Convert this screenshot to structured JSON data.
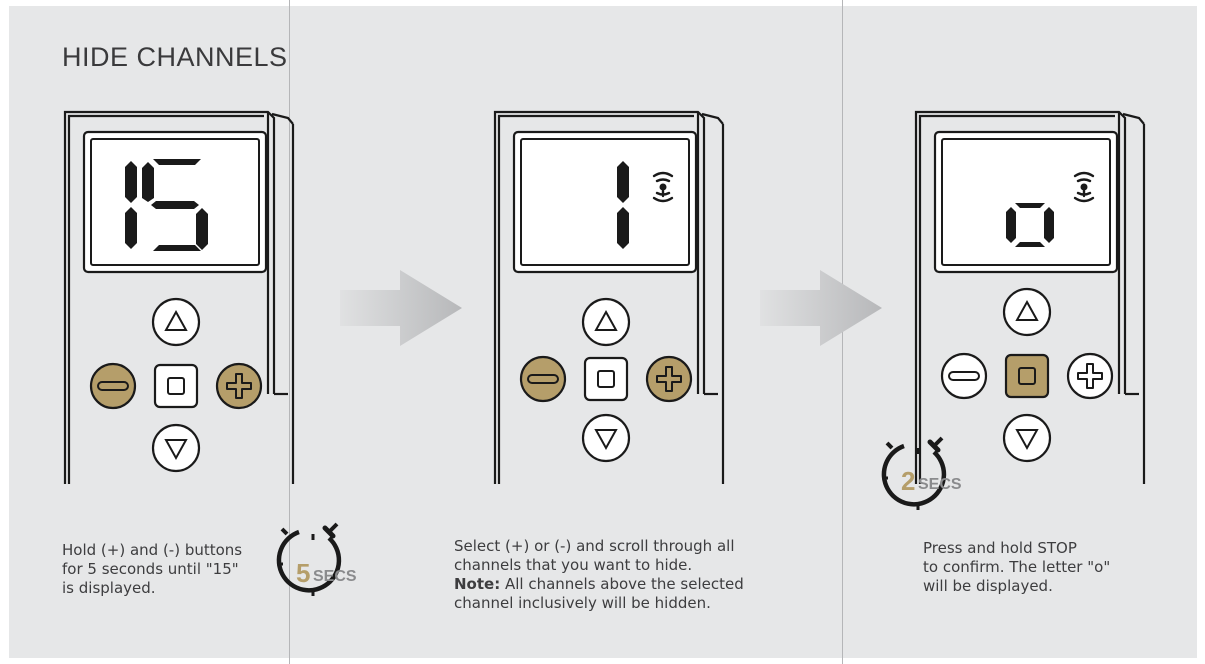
{
  "title": "HIDE CHANNELS",
  "colors": {
    "background": "#e6e7e8",
    "gold": "#b59e6a",
    "outline": "#1a1a1a",
    "text": "#3d3d3f",
    "arrow": "#c7c8ca"
  },
  "steps": [
    {
      "display": "15",
      "display_signal_icon": false,
      "highlighted_buttons": [
        "minus",
        "plus"
      ],
      "caption_lines": [
        "Hold (+) and (-) buttons",
        "for 5 seconds until \"15\"",
        "is displayed."
      ],
      "timer": {
        "value": "5",
        "unit": "SECS"
      }
    },
    {
      "display": "1",
      "display_signal_icon": true,
      "highlighted_buttons": [
        "minus",
        "plus"
      ],
      "caption_lines": [
        "Select (+) or (-) and scroll through all",
        "channels that you want to hide."
      ],
      "note_label": "Note:",
      "note_lines": [
        " All channels above the selected",
        "channel inclusively will be hidden."
      ]
    },
    {
      "display": "o",
      "display_signal_icon": true,
      "highlighted_buttons": [
        "stop"
      ],
      "caption_lines": [
        "Press and hold STOP",
        "to confirm. The letter \"o\"",
        "will be displayed."
      ],
      "timer": {
        "value": "2",
        "unit": "SECS"
      }
    }
  ],
  "icons": [
    "up-arrow-icon",
    "down-arrow-icon",
    "minus-icon",
    "plus-icon",
    "stop-icon",
    "signal-icon",
    "stopwatch-icon",
    "right-arrow-icon"
  ]
}
